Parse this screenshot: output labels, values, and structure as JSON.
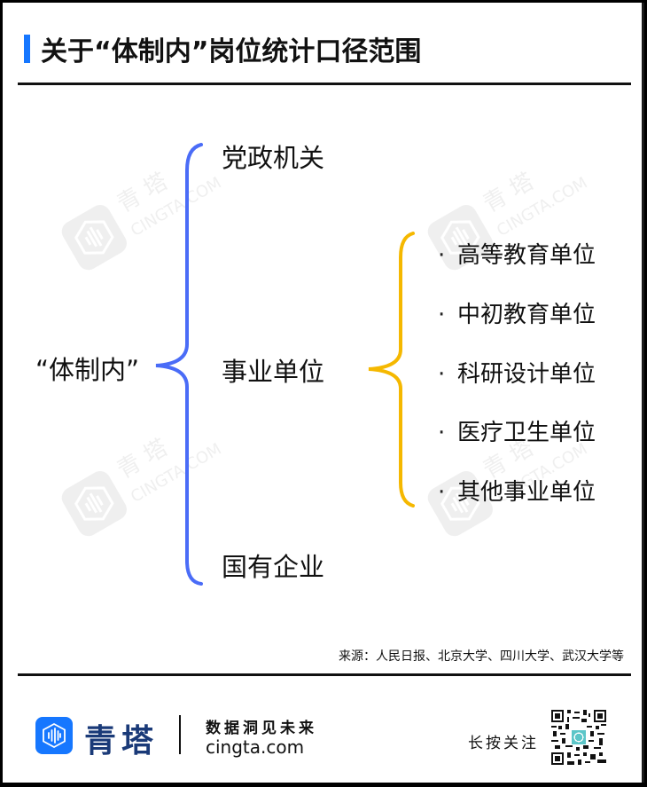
{
  "header": {
    "title": "关于“体制内”岗位统计口径范围",
    "accent_color": "#1677ff"
  },
  "diagram": {
    "root": {
      "label": "“体制内”"
    },
    "level1": [
      {
        "label": "党政机关"
      },
      {
        "label": "事业单位"
      },
      {
        "label": "国有企业"
      }
    ],
    "level2_parent": "事业单位",
    "level2": [
      {
        "bullet": "·",
        "label": "高等教育单位"
      },
      {
        "bullet": "·",
        "label": "中初教育单位"
      },
      {
        "bullet": "·",
        "label": "科研设计单位"
      },
      {
        "bullet": "·",
        "label": "医疗卫生单位"
      },
      {
        "bullet": "·",
        "label": "其他事业单位"
      }
    ],
    "bracket_colors": {
      "level1": "#4a6cf7",
      "level2": "#f5b800"
    }
  },
  "watermark": {
    "brand": "青 塔",
    "site": "CINGTA.COM"
  },
  "source": {
    "text": "来源：人民日报、北京大学、四川大学、武汉大学等"
  },
  "footer": {
    "brand": "青塔",
    "slogan": "数据洞见未来",
    "domain": "cingta.com",
    "follow": "长按关注",
    "qr_icon": "qr-code-icon"
  }
}
